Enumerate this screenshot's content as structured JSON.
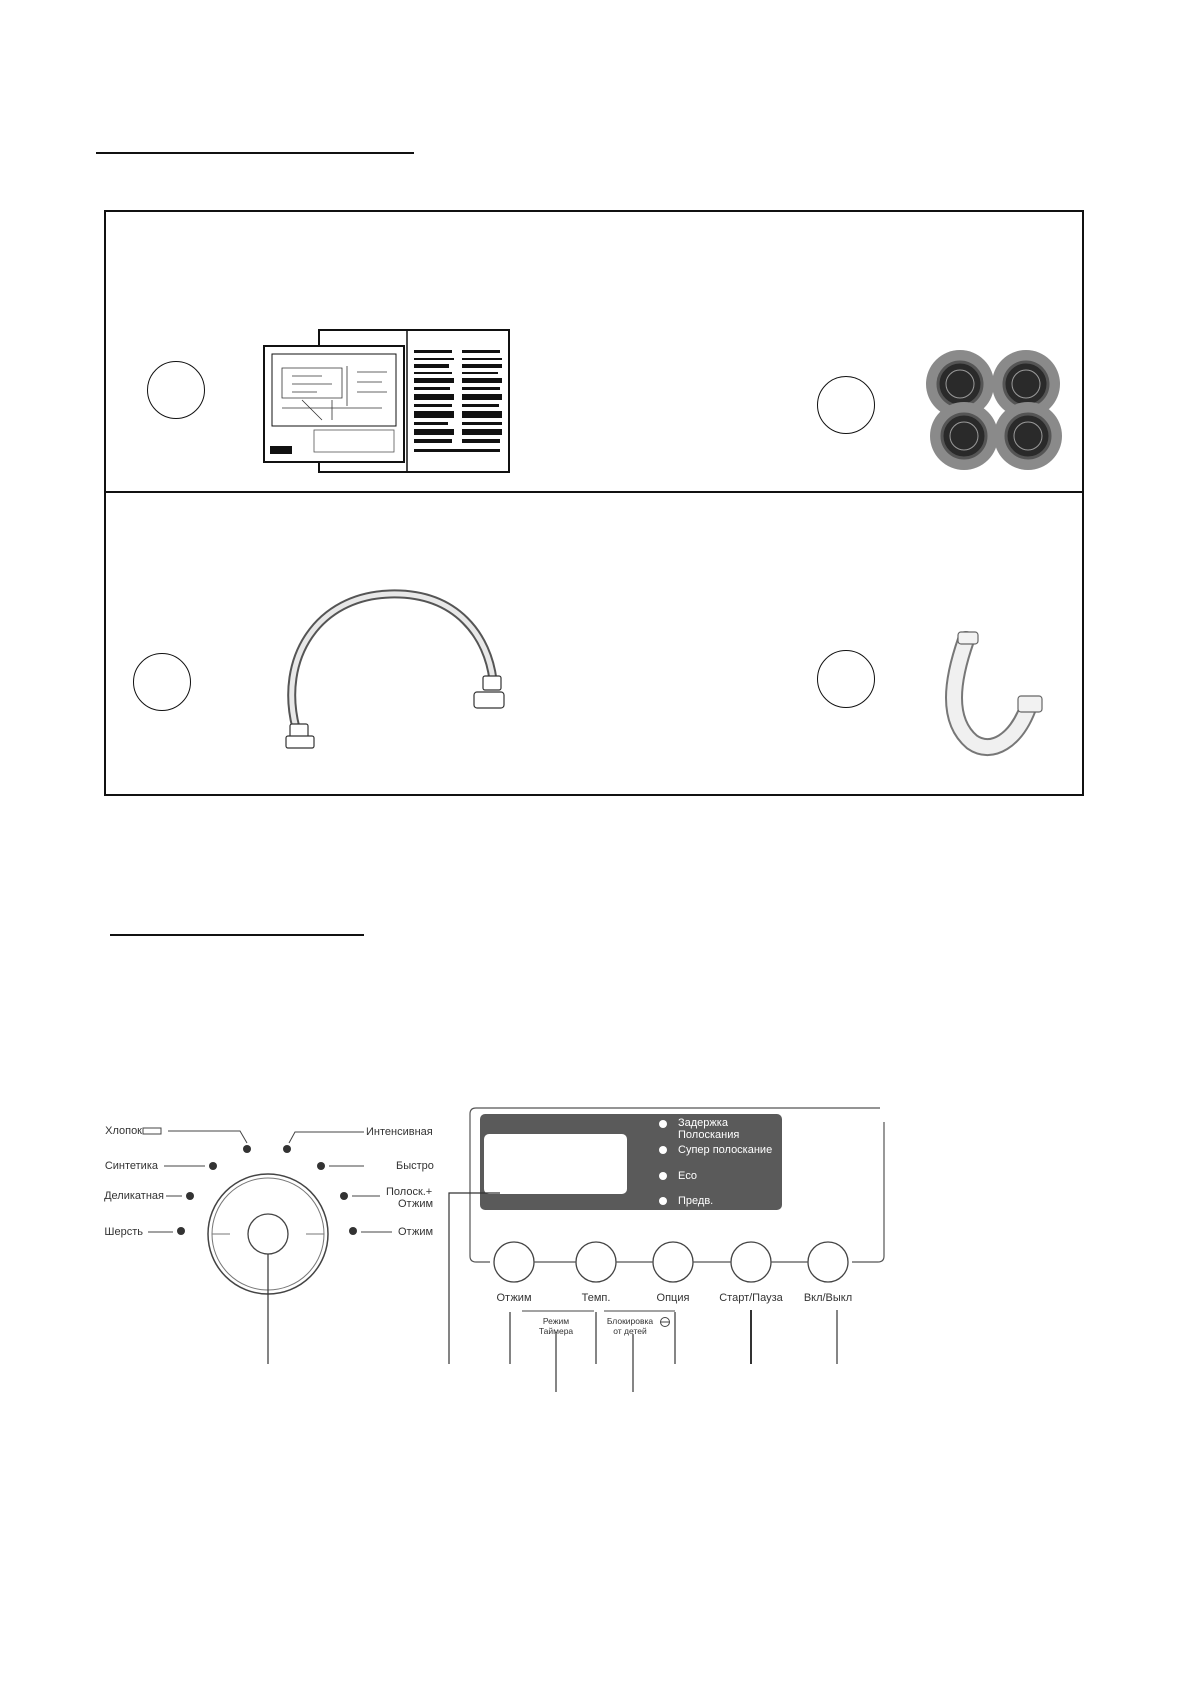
{
  "controls": {
    "program_left": [
      {
        "label": "Хлопок"
      },
      {
        "label": "Синтетика"
      },
      {
        "label": "Деликатная"
      },
      {
        "label": "Шерсть"
      }
    ],
    "program_right": [
      {
        "label": "Интенсивная"
      },
      {
        "label": "Быстро"
      },
      {
        "label": "Полоск.+"
      },
      {
        "label": "Отжим"
      },
      {
        "label": "Отжим"
      }
    ],
    "display_options": [
      {
        "label": "Задержка"
      },
      {
        "label": "Полоскания"
      },
      {
        "label": "Супер полоскание"
      },
      {
        "label": "Eco"
      },
      {
        "label": "Предв."
      }
    ],
    "buttons": [
      {
        "label": "Отжим"
      },
      {
        "label": "Темп."
      },
      {
        "label": "Опция"
      },
      {
        "label": "Старт/Пауза"
      },
      {
        "label": "Вкл/Выкл"
      }
    ],
    "sublabels": {
      "timer_1": "Режим",
      "timer_2": "Таймера",
      "lock_1": "Блокировка",
      "lock_2": "от детей"
    }
  },
  "colors": {
    "display_panel": "#5a5a5a",
    "line": "#111111",
    "label": "#333333"
  }
}
